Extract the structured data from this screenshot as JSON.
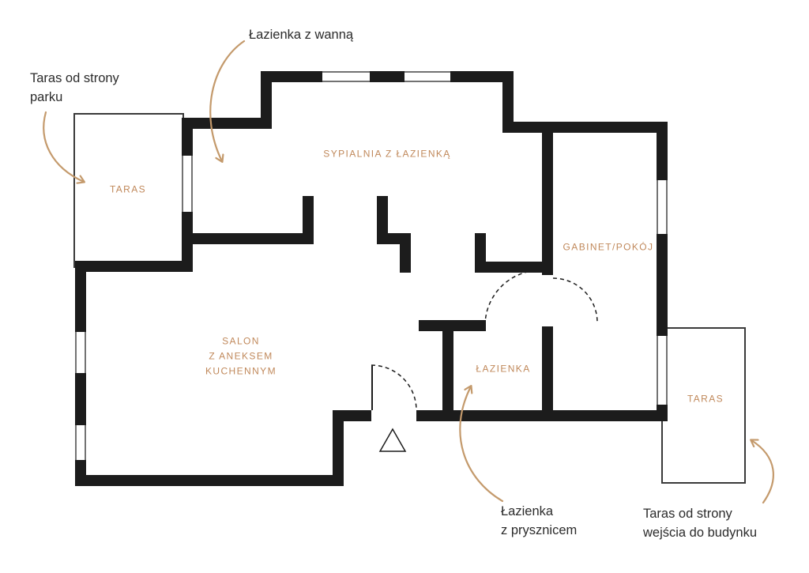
{
  "colors": {
    "background": "#ffffff",
    "wall": "#1c1c1c",
    "room_label": "#c0885a",
    "arrow": "#c49a6c",
    "annotation_text": "#2b2b2b"
  },
  "rooms": {
    "taras_park": {
      "label": "TARAS"
    },
    "sypialnia": {
      "label": "SYPIALNIA Z ŁAZIENKĄ"
    },
    "gabinet": {
      "label": "GABINET/POKÓJ"
    },
    "salon": {
      "line1": "SALON",
      "line2": "Z ANEKSEM",
      "line3": "KUCHENNYM"
    },
    "lazienka": {
      "label": "ŁAZIENKA"
    },
    "taras_entrance": {
      "label": "TARAS"
    }
  },
  "annotations": {
    "bath_tub": {
      "line1": "Łazienka z wanną"
    },
    "terrace_park": {
      "line1": "Taras od strony",
      "line2": "parku"
    },
    "bath_shower": {
      "line1": "Łazienka",
      "line2": "z prysznicem"
    },
    "terrace_entrance": {
      "line1": "Taras od strony",
      "line2": "wejścia do budynku"
    }
  }
}
